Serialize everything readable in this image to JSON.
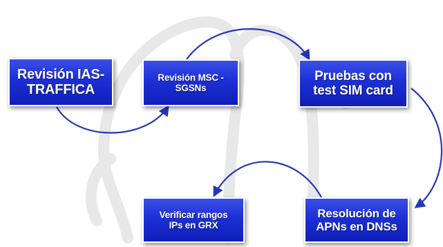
{
  "boxes": {
    "ias": {
      "line1": "Revisión IAS-",
      "line2": "TRAFFICA"
    },
    "msc": {
      "line1": "Revisión MSC -",
      "line2": "SGSNs"
    },
    "sim": {
      "line1": "Pruebas con",
      "line2": "test SIM card"
    },
    "apn": {
      "line1": "Resolución de",
      "line2": "APNs en DNSs"
    },
    "grx": {
      "line1": "Verificar rangos",
      "line2": "IPs en GRX"
    }
  },
  "colors": {
    "box_top": "#3b4fe6",
    "box_bottom": "#0f1fb8",
    "arrow": "#2536b8",
    "watermark": "#e6e6e6"
  }
}
